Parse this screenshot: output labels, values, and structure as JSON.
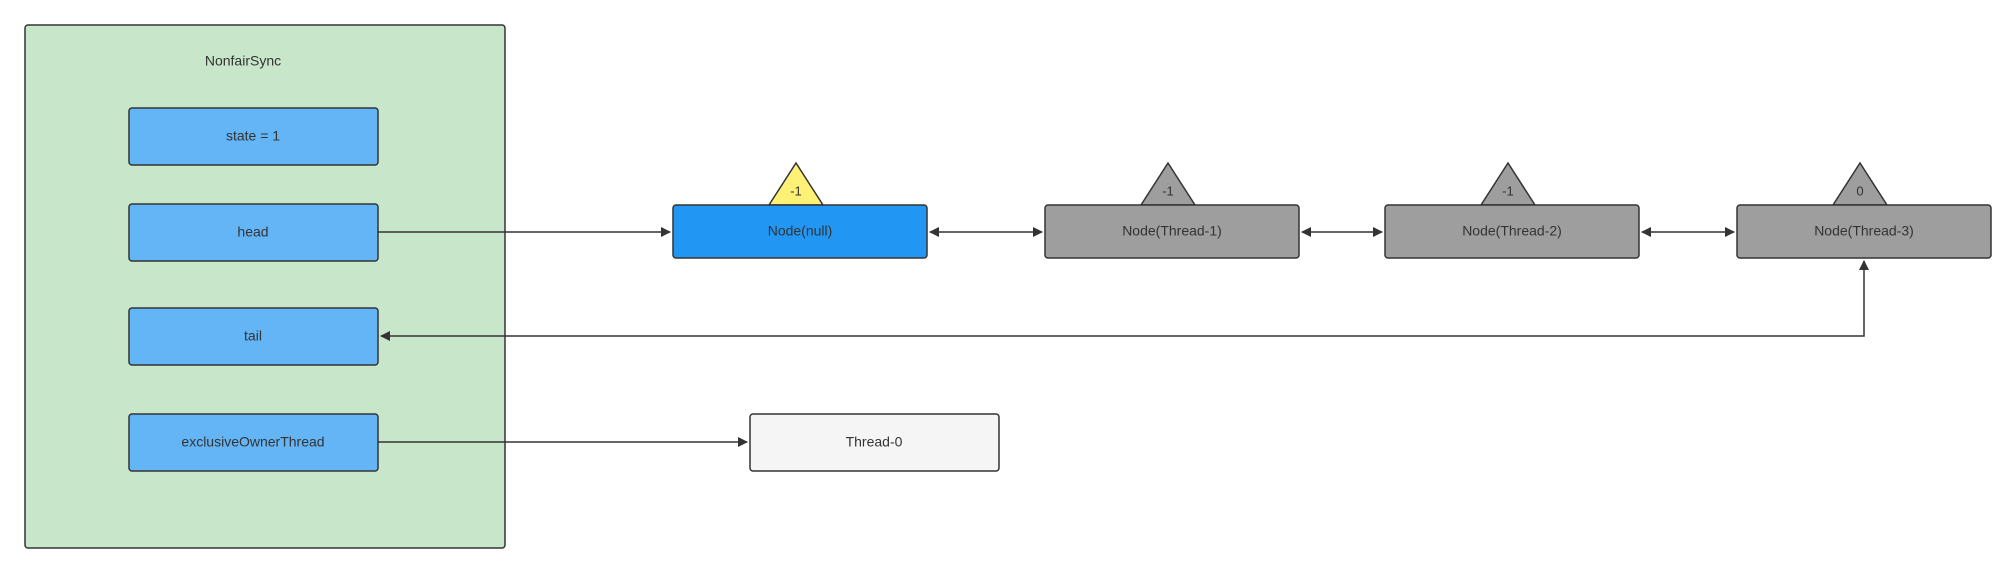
{
  "diagram": {
    "container_title": "NonfairSync",
    "fields": {
      "state": "state = 1",
      "head": "head",
      "tail": "tail",
      "owner": "exclusiveOwnerThread"
    },
    "nodes": [
      {
        "label": "Node(null)",
        "wait_status": "-1",
        "color": "#2196f3",
        "marker_color": "#fff176"
      },
      {
        "label": "Node(Thread-1)",
        "wait_status": "-1",
        "color": "#9e9e9e",
        "marker_color": "#9e9e9e"
      },
      {
        "label": "Node(Thread-2)",
        "wait_status": "-1",
        "color": "#9e9e9e",
        "marker_color": "#9e9e9e"
      },
      {
        "label": "Node(Thread-3)",
        "wait_status": "0",
        "color": "#9e9e9e",
        "marker_color": "#9e9e9e"
      }
    ],
    "owner_thread": "Thread-0",
    "colors": {
      "container_fill": "#c8e6c9",
      "field_fill": "#64b5f6",
      "thread_fill": "#f5f5f5",
      "stroke": "#333333"
    }
  }
}
